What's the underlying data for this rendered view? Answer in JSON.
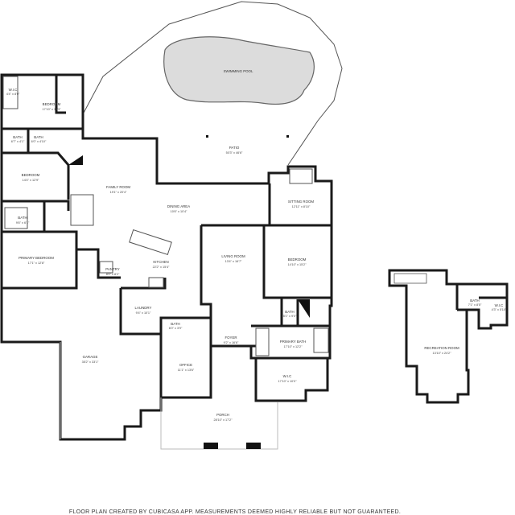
{
  "rooms": [
    {
      "id": "pool",
      "name": "SWIMMING POOL",
      "dims": ""
    },
    {
      "id": "patio",
      "name": "PATIO",
      "dims": "50'3\" x 46'6\""
    },
    {
      "id": "bedroom-nw",
      "name": "BEDROOM",
      "dims": "17'10\" x 14'3\""
    },
    {
      "id": "wic-nw",
      "name": "W.I.C",
      "dims": "4'4\" x 8'0\""
    },
    {
      "id": "bath-nw1",
      "name": "BATH",
      "dims": "6'7\" x 4'1\""
    },
    {
      "id": "bath-nw2",
      "name": "BATH",
      "dims": "6'0\" x 4'10\""
    },
    {
      "id": "bedroom-w",
      "name": "BEDROOM",
      "dims": "14'4\" x 12'9\""
    },
    {
      "id": "family",
      "name": "FAMILY ROOM",
      "dims": "19'1\" x 20'4\""
    },
    {
      "id": "dining",
      "name": "DINING AREA",
      "dims": "10'6\" x 10'4\""
    },
    {
      "id": "sitting",
      "name": "SITTING ROOM",
      "dims": "12'11\" x 8'10\""
    },
    {
      "id": "bath-w",
      "name": "BATH",
      "dims": "9'6\" x 6'1\""
    },
    {
      "id": "primary-bed",
      "name": "PRIMARY BEDROOM",
      "dims": "17'1\" x 12'8\""
    },
    {
      "id": "kitchen",
      "name": "KITCHEN",
      "dims": "22'2\" x 15'4\""
    },
    {
      "id": "pantry",
      "name": "PANTRY",
      "dims": "8'0\" x 8'2\""
    },
    {
      "id": "living",
      "name": "LIVING ROOM",
      "dims": "13'4\" x 16'7\""
    },
    {
      "id": "bedroom-e",
      "name": "BEDROOM",
      "dims": "14'10\" x 15'2\""
    },
    {
      "id": "laundry",
      "name": "LAUNDRY",
      "dims": "9'4\" x 10'1\""
    },
    {
      "id": "bath-c",
      "name": "BATH",
      "dims": "6'0\" x 3'9\""
    },
    {
      "id": "bath-e",
      "name": "BATH",
      "dims": "5'1\" x 9'0\""
    },
    {
      "id": "garage",
      "name": "GARAGE",
      "dims": "35'2\" x 33'1\""
    },
    {
      "id": "foyer",
      "name": "FOYER",
      "dims": "9'2\" x 16'6\""
    },
    {
      "id": "primary-bath",
      "name": "PRIMARY BATH",
      "dims": "17'10\" x 12'2\""
    },
    {
      "id": "office",
      "name": "OFFICE",
      "dims": "11'1\" x 13'6\""
    },
    {
      "id": "wic-e",
      "name": "W.I.C",
      "dims": "17'10\" x 10'0\""
    },
    {
      "id": "porch",
      "name": "PORCH",
      "dims": "28'10\" x 17'2\""
    },
    {
      "id": "bath-rec",
      "name": "BATH",
      "dims": "7'1\" x 8'5\""
    },
    {
      "id": "wic-rec",
      "name": "W.I.C",
      "dims": "4'3\" x 5'10\""
    },
    {
      "id": "rec",
      "name": "RECREATION ROOM",
      "dims": "13'10\" x 24'2\""
    }
  ],
  "footer": "FLOOR PLAN CREATED BY CUBICASA APP. MEASUREMENTS DEEMED HIGHLY RELIABLE BUT NOT GUARANTEED."
}
